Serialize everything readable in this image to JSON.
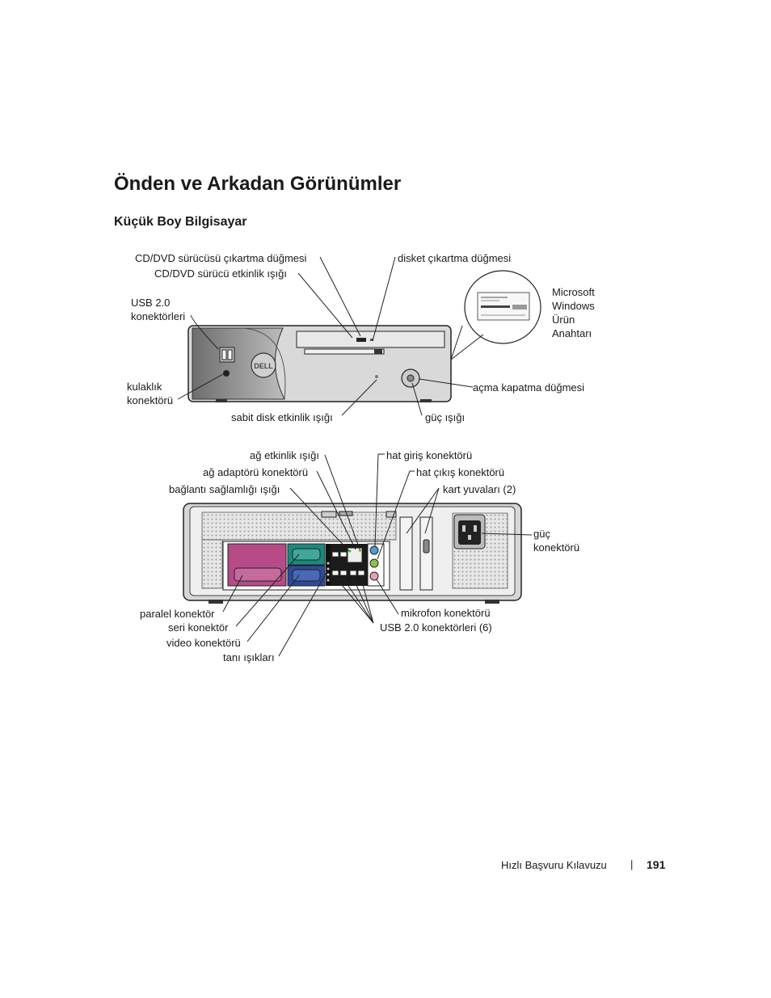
{
  "page": {
    "title": "Önden ve Arkadan Görünümler",
    "subtitle": "Küçük Boy Bilgisayar"
  },
  "front": {
    "cd_eject": "CD/DVD sürücüsü çıkartma düğmesi",
    "cd_activity": "CD/DVD sürücü etkinlik ışığı",
    "floppy_eject": "disket çıkartma düğmesi",
    "usb_line1": "USB 2.0",
    "usb_line2": "konektörleri",
    "ms_line1": "Microsoft",
    "ms_line2": "Windows",
    "ms_line3": "Ürün",
    "ms_line4": "Anahtarı",
    "headphone_line1": "kulaklık",
    "headphone_line2": "konektörü",
    "power_button": "açma kapatma düğmesi",
    "hdd_light": "sabit disk etkinlik ışığı",
    "power_light": "güç ışığı",
    "logo": "DELL"
  },
  "back": {
    "net_activity": "ağ etkinlik ışığı",
    "net_adapter": "ağ adaptörü konektörü",
    "link_integrity": "bağlantı sağlamlığı ışığı",
    "line_in": "hat giriş konektörü",
    "line_out": "hat çıkış konektörü",
    "card_slots": "kart yuvaları (2)",
    "power_line1": "güç",
    "power_line2": "konektörü",
    "parallel": "paralel konektör",
    "serial": "seri konektör",
    "video": "video konektörü",
    "diag_lights": "tanı ışıkları",
    "microphone": "mikrofon konektörü",
    "usb_back": "USB 2.0 konektörleri (6)"
  },
  "footer": {
    "text": "Hızlı Başvuru Kılavuzu",
    "separator": "|",
    "page_number": "191"
  }
}
